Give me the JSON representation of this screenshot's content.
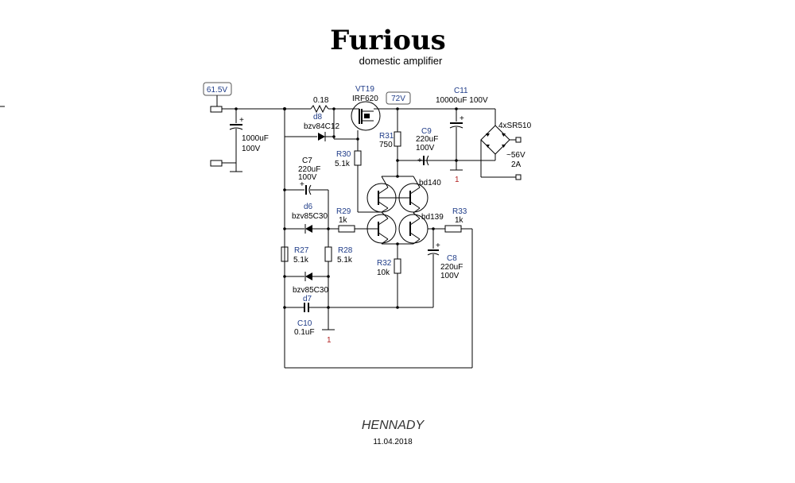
{
  "title": "Furious",
  "subtitle": "domestic amplifier",
  "author": "HENNADY",
  "date": "11.04.2018",
  "voltages": {
    "in": "61.5V",
    "mid": "72V"
  },
  "components": {
    "cin": {
      "value": "1000uF",
      "voltage": "100V"
    },
    "r_shunt": {
      "value": "0.18"
    },
    "d8": {
      "ref": "d8",
      "part": "bzv84C12"
    },
    "vt19": {
      "ref": "VT19",
      "part": "IRF620"
    },
    "c11": {
      "ref": "C11",
      "value": "10000uF 100V"
    },
    "bridge": {
      "part": "4xSR510",
      "ac": "~56V",
      "current": "2A"
    },
    "r31": {
      "ref": "R31",
      "value": "750"
    },
    "c9": {
      "ref": "C9",
      "value": "220uF",
      "voltage": "100V"
    },
    "r30": {
      "ref": "R30",
      "value": "5.1k"
    },
    "c7": {
      "ref": "C7",
      "value": "220uF",
      "voltage": "100V"
    },
    "q_upper": {
      "part": "bd140"
    },
    "q_lower": {
      "part": "bd139"
    },
    "d6": {
      "ref": "d6",
      "part": "bzv85C30"
    },
    "r29": {
      "ref": "R29",
      "value": "1k"
    },
    "r33": {
      "ref": "R33",
      "value": "1k"
    },
    "r27": {
      "ref": "R27",
      "value": "5.1k"
    },
    "r28": {
      "ref": "R28",
      "value": "5.1k"
    },
    "r32": {
      "ref": "R32",
      "value": "10k"
    },
    "c8": {
      "ref": "C8",
      "value": "220uF",
      "voltage": "100V"
    },
    "d7": {
      "ref": "d7",
      "part": "bzv85C30"
    },
    "c10": {
      "ref": "C10",
      "value": "0.1uF"
    }
  },
  "ground_labels": {
    "g1": "1",
    "g2": "1"
  }
}
